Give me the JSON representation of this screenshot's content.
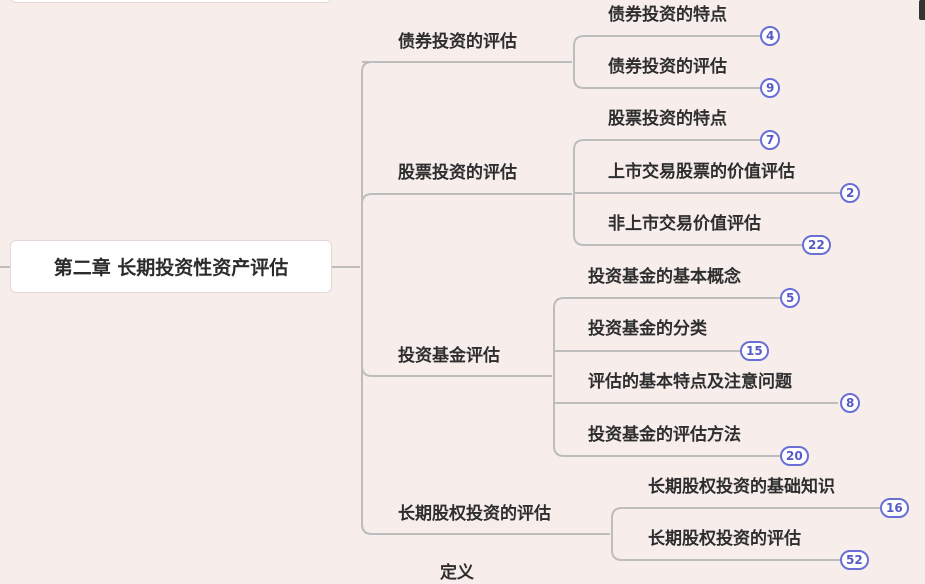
{
  "root": {
    "label": "第二章 长期投资性资产评估"
  },
  "branches": [
    {
      "label": "债券投资的评估",
      "children": [
        {
          "label": "债券投资的特点",
          "count": "4"
        },
        {
          "label": "债券投资的评估",
          "count": "9"
        }
      ]
    },
    {
      "label": "股票投资的评估",
      "children": [
        {
          "label": "股票投资的特点",
          "count": "7"
        },
        {
          "label": "上市交易股票的价值评估",
          "count": "2"
        },
        {
          "label": "非上市交易价值评估",
          "count": "22"
        }
      ]
    },
    {
      "label": "投资基金评估",
      "children": [
        {
          "label": "投资基金的基本概念",
          "count": "5"
        },
        {
          "label": "投资基金的分类",
          "count": "15"
        },
        {
          "label": "评估的基本特点及注意问题",
          "count": "8"
        },
        {
          "label": "投资基金的评估方法",
          "count": "20"
        }
      ]
    },
    {
      "label": "长期股权投资的评估",
      "children": [
        {
          "label": "长期股权投资的基础知识",
          "count": "16"
        },
        {
          "label": "长期股权投资的评估",
          "count": "52"
        }
      ]
    }
  ],
  "partial": {
    "label": "定义"
  },
  "colors": {
    "background": "#f7eeec",
    "line": "#bdbdbd",
    "badge": "#6a6fd6"
  }
}
